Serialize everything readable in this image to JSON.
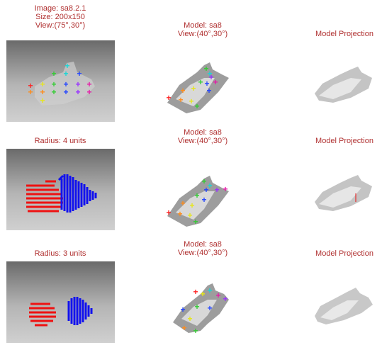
{
  "rows": [
    {
      "left_caption": [
        "Image: sa8.2.1",
        "Size: 200x150",
        "View:(75°,30°)"
      ],
      "mid_caption": [
        "Model: sa8",
        "View:(40°,30°)"
      ],
      "right_caption": [
        "Model Projection"
      ]
    },
    {
      "left_caption": [
        "Radius: 4 units"
      ],
      "mid_caption": [
        "Model: sa8",
        "View:(40°,30°)"
      ],
      "right_caption": [
        "Model Projection"
      ]
    },
    {
      "left_caption": [
        "Radius: 3 units"
      ],
      "mid_caption": [
        "Model: sa8",
        "View:(40°,30°)"
      ],
      "right_caption": [
        "Model Projection"
      ]
    }
  ],
  "colors": {
    "caption": "#b03030",
    "red_region": "#ee1111",
    "blue_region": "#1111ee",
    "markers": [
      "#ff2020",
      "#ff8c1a",
      "#e6e619",
      "#33cc33",
      "#19d6d6",
      "#2244ff",
      "#9933ff",
      "#e619a8"
    ]
  }
}
